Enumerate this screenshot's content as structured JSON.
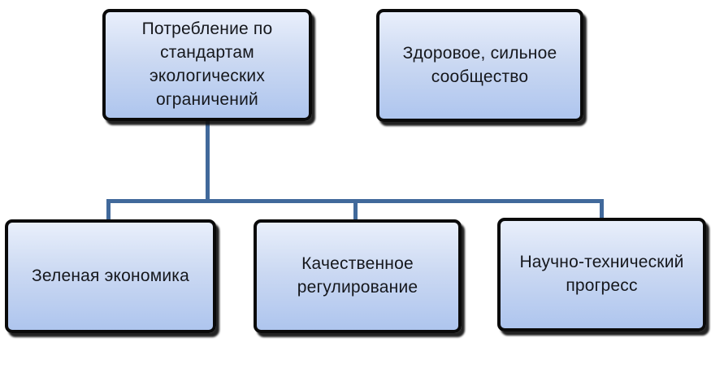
{
  "diagram": {
    "type": "hierarchy",
    "nodes": [
      {
        "id": "consumption",
        "label": "Потребление по стандартам экологических ограничений"
      },
      {
        "id": "community",
        "label": "Здоровое, сильное сообщество"
      },
      {
        "id": "green-economy",
        "label": "Зеленая экономика"
      },
      {
        "id": "regulation",
        "label": "Качественное регулирование"
      },
      {
        "id": "progress",
        "label": "Научно-технический прогресс"
      }
    ],
    "edges": [
      {
        "from": "consumption",
        "to": "green-economy"
      },
      {
        "from": "consumption",
        "to": "regulation"
      },
      {
        "from": "consumption",
        "to": "progress"
      }
    ],
    "colors": {
      "node_fill_top": "#e9effb",
      "node_fill_mid": "#cad8f2",
      "node_fill_bottom": "#aec5ee",
      "node_border": "#0a0a0a",
      "connector": "#41699b",
      "text": "#15171c",
      "background": "#ffffff"
    }
  }
}
